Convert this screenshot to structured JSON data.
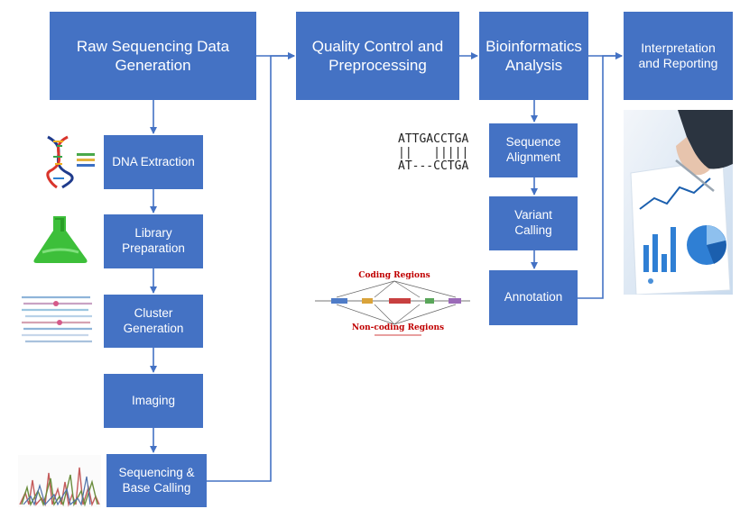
{
  "colors": {
    "box": "#4472c4",
    "arrow": "#4472c4",
    "box_text": "#ffffff",
    "coding_label": "#c00000"
  },
  "top_row": {
    "raw": "Raw Sequencing Data Generation",
    "qc": "Quality Control and Preprocessing",
    "bio": "Bioinformatics Analysis",
    "interp": "Interpretation and Reporting"
  },
  "wet_steps": {
    "dna": "DNA Extraction",
    "library": "Library Preparation",
    "cluster": "Cluster Generation",
    "imaging": "Imaging",
    "sequencing": "Sequencing & Base Calling"
  },
  "bio_steps": {
    "alignment": "Sequence Alignment",
    "variant": "Variant Calling",
    "annotation": "Annotation"
  },
  "alignment_example": {
    "line1": "ATTGACCTGA",
    "line2": "||   |||||",
    "line3": "AT---CCTGA"
  },
  "annotation_figure": {
    "coding": "Coding Regions",
    "noncoding": "Non-coding Regions"
  },
  "icons": [
    "dna-helix-icon",
    "flask-icon",
    "cluster-strands-icon",
    "chromatogram-icon",
    "report-photo-icon"
  ]
}
